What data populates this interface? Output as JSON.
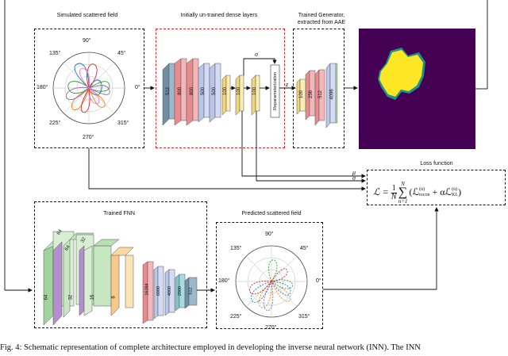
{
  "titles": {
    "simulated": "Simulated scattered field",
    "dense": "Initially un-trained dense layers",
    "generator_line1": "Trained Generator,",
    "generator_line2": "extracted from AAE",
    "loss": "Loss function",
    "fnn": "Trained FNN",
    "predicted": "Predicted scattered field"
  },
  "polar_top": {
    "a90": "90°",
    "a45": "45°",
    "a135": "135°",
    "a180": "180°",
    "a0": "0°",
    "a225": "225°",
    "a315": "315°",
    "a270": "270°"
  },
  "polar_bottom": {
    "a90": "90°",
    "a45": "45°",
    "a135": "135°",
    "a180": "180°",
    "a0": "0°",
    "a225": "225°",
    "a315": "315°",
    "a270": "270°"
  },
  "dense_layers": [
    "512",
    "800",
    "800",
    "500",
    "500",
    "100",
    "100",
    "100"
  ],
  "reparam": "Reparameterization",
  "symbols": {
    "sigma_top": "σ",
    "z": "z",
    "mu": "μ",
    "sigma": "σ"
  },
  "generator_layers": [
    "100",
    "256",
    "512",
    "4096"
  ],
  "fnn_layers": [
    "64",
    "64",
    "64",
    "32",
    "32",
    "16",
    "8",
    "16384",
    "6000",
    "4000",
    "2000",
    "512"
  ],
  "formula": {
    "lhs": "ℒ = ",
    "frac_num": "1",
    "frac_den": "N",
    "sum_top": "N",
    "sum_bottom": "n=1",
    "body": "(ℒ",
    "recon_sup": "(n)",
    "recon_sub": "recon",
    "plus_alpha": " + αℒ",
    "kl_sup": "(n)",
    "kl_sub": "KL",
    "close": ")"
  },
  "caption": "Fig. 4: Schematic representation of complete architecture employed in developing the inverse neural network (INN). The INN",
  "colors": {
    "accent_red": "#e0242b",
    "purple": "#440154",
    "yellow": "#fde725",
    "teal": "#21918c"
  }
}
